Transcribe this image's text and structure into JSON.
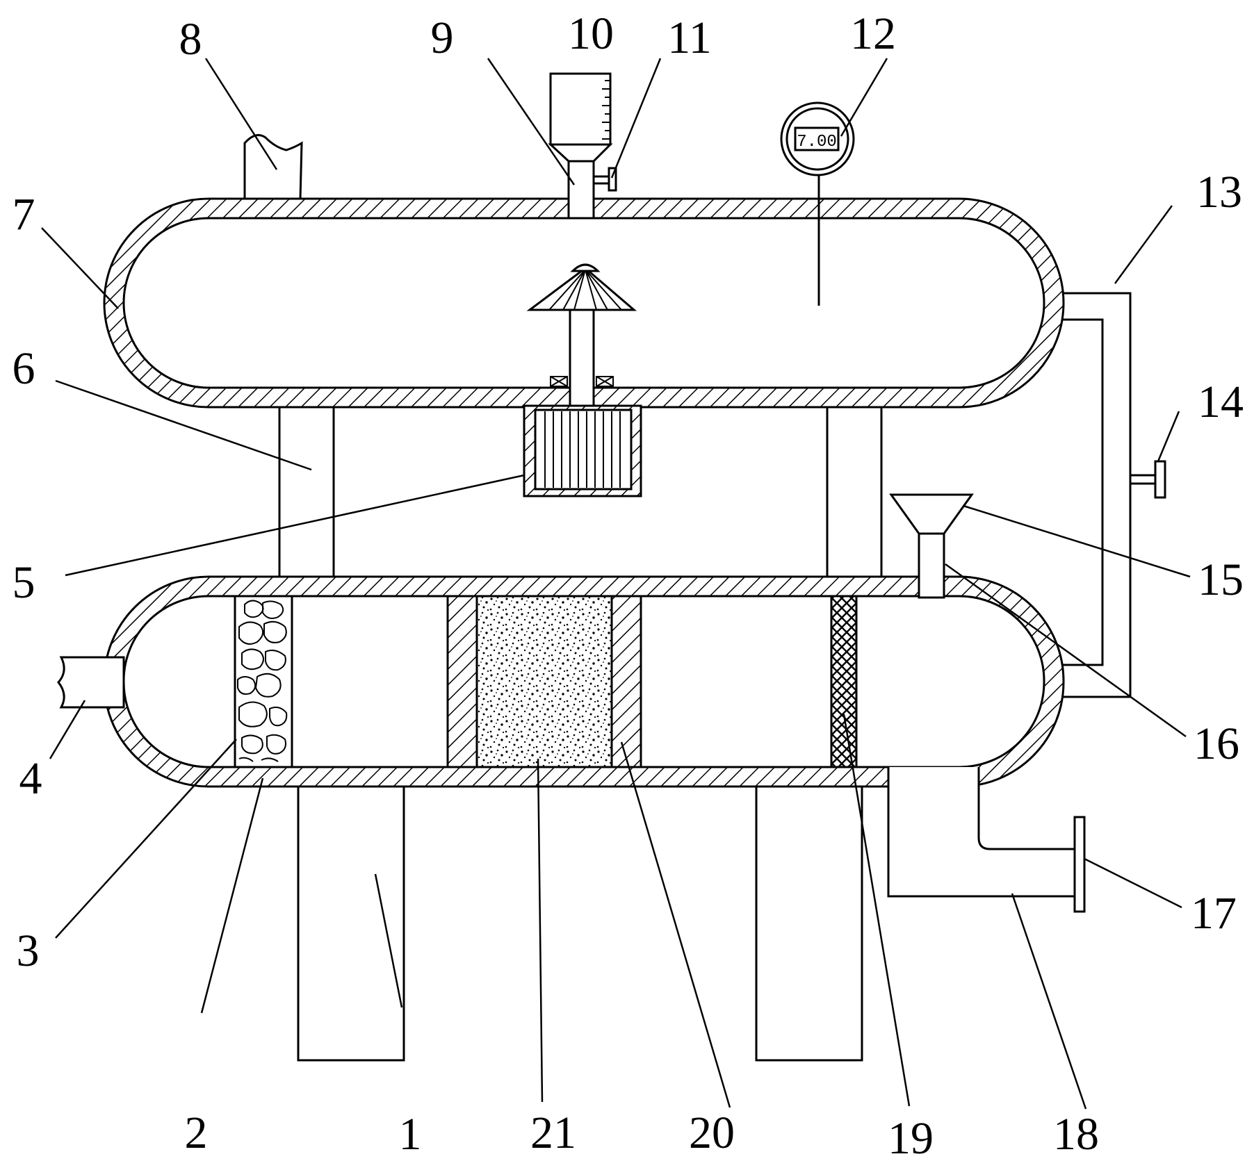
{
  "figure": {
    "display_reading": "7.00",
    "labels": {
      "1": "1",
      "2": "2",
      "3": "3",
      "4": "4",
      "5": "5",
      "6": "6",
      "7": "7",
      "8": "8",
      "9": "9",
      "10": "10",
      "11": "11",
      "12": "12",
      "13": "13",
      "14": "14",
      "15": "15",
      "16": "16",
      "17": "17",
      "18": "18",
      "19": "19",
      "20": "20",
      "21": "21"
    }
  }
}
